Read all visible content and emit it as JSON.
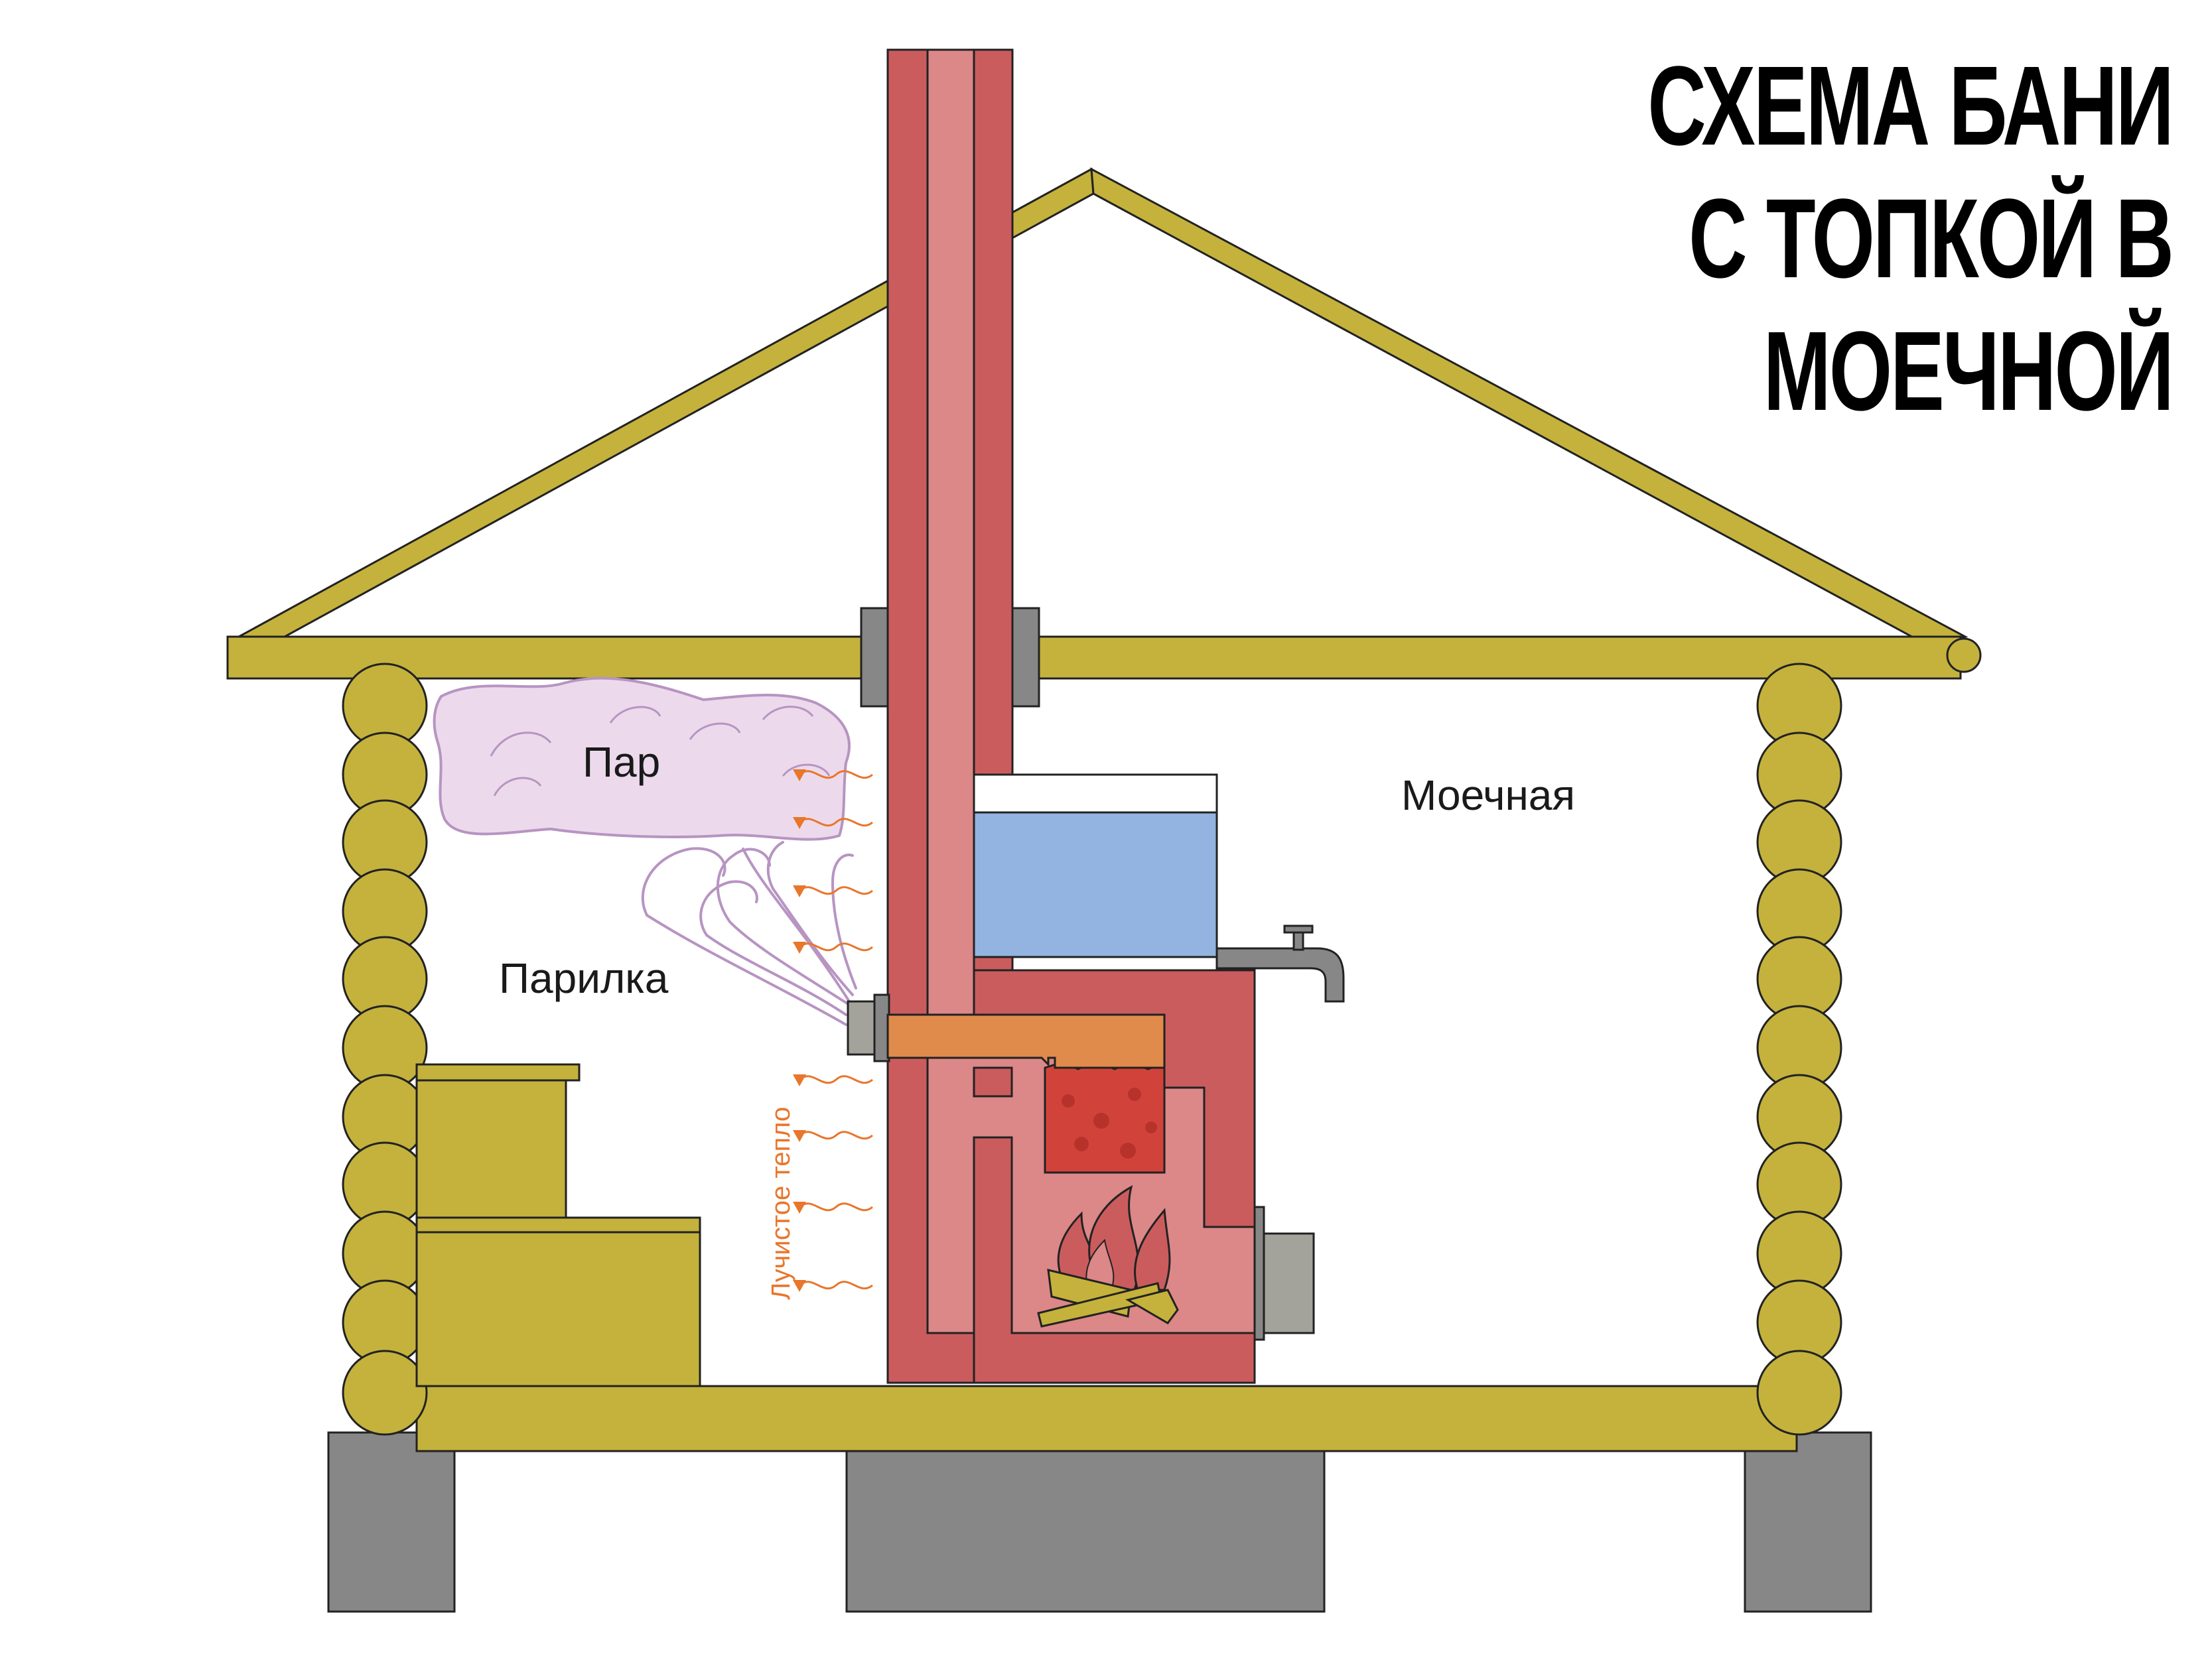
{
  "title": {
    "line1": "СХЕМА БАНИ",
    "line2": "С ТОПКОЙ В МОЕЧНОЙ"
  },
  "labels": {
    "steam": "Пар",
    "washroom": "Моечная",
    "steam_room": "Парилка",
    "radiant_heat": "Лучистое тепло"
  },
  "colors": {
    "wood": "#c4b23c",
    "brick_dark": "#cb5c5e",
    "brick_light": "#dc8788",
    "foundation": "#878787",
    "water": "#93b4e0",
    "steam": "#ecdaec",
    "fire": "#d1433a",
    "heat_arrow": "#e8762b",
    "metal": "#a3a39b"
  }
}
